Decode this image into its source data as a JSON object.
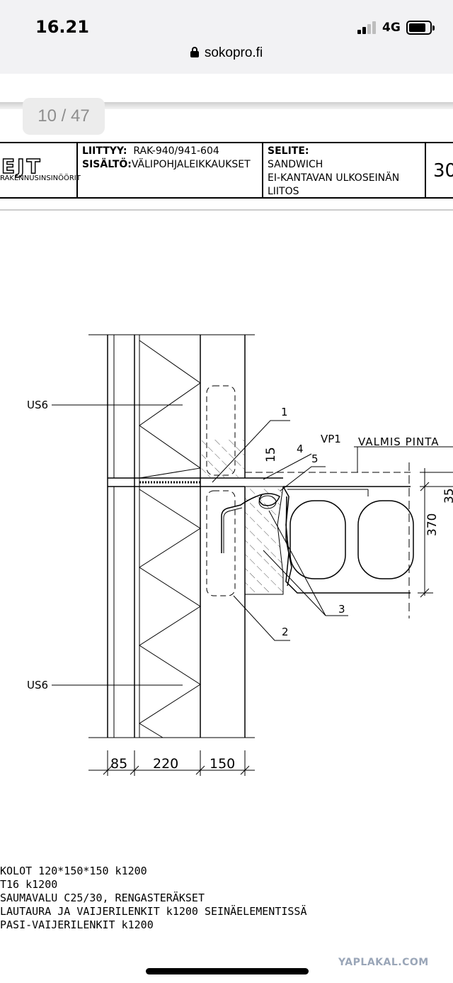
{
  "status_bar": {
    "time": "16.21",
    "network": "4G",
    "url": "sokopro.fi"
  },
  "viewer": {
    "page_counter": "10 / 47"
  },
  "title_block": {
    "logo": "EJT",
    "company": "RAKENNUSINSINÖÖRIT",
    "liittyy_label": "LIITTYY:",
    "liittyy_value": "RAK-940/941-604",
    "sisalto_label": "SISÄLTÖ:",
    "sisalto_value": "VÄLIPOHJALEIKKAUKSET",
    "selite_label": "SELITE:",
    "selite_lines": [
      "SANDWICH",
      "EI-KANTAVAN ULKOSEINÄN",
      "LIITOS"
    ],
    "sheet_number": "30"
  },
  "drawing": {
    "labels": {
      "us6_top": "US6",
      "us6_bottom": "US6",
      "callout_1": "1",
      "callout_2": "2",
      "callout_3": "3",
      "callout_4": "4",
      "callout_5": "5",
      "dim_15": "15",
      "vp1": "VP1",
      "valmis_pinta": "VALMIS PINTA",
      "dim_35": "35",
      "dim_370": "370",
      "dim_85": "85",
      "dim_220": "220",
      "dim_150": "150"
    }
  },
  "notes": [
    "KOLOT 120*150*150 k1200",
    "T16 k1200",
    "SAUMAVALU C25/30, RENGASTERÄKSET",
    "LAUTAURA JA VAIJERILENKIT k1200 SEINÄELEMENTISSÄ",
    "PASI-VAIJERILENKIT k1200"
  ],
  "watermark": "YAPLAKAL.COM",
  "colors": {
    "status_bg": "#f2f2f4",
    "counter_bg": "#ececec",
    "counter_text": "#8e8e8e",
    "watermark": "#9aa6b8"
  }
}
